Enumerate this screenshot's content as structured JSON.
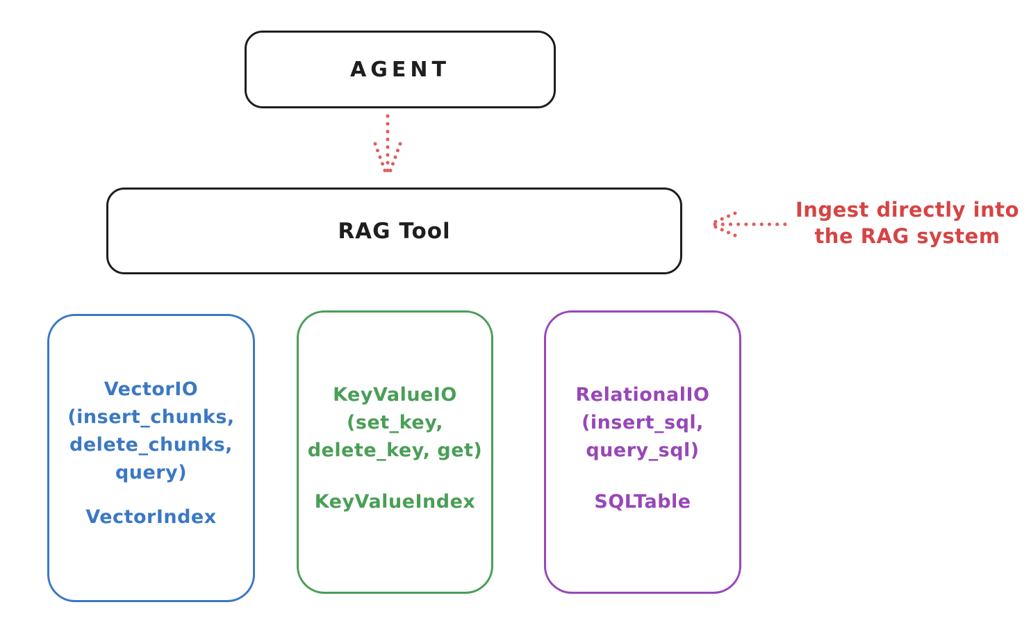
{
  "diagram": {
    "agent": {
      "label": "AGENT"
    },
    "rag_tool": {
      "label": "RAG Tool"
    },
    "annotation": {
      "text": "Ingest directly into\nthe RAG system"
    },
    "backends": [
      {
        "methods": "VectorIO\n(insert_chunks,\ndelete_chunks,\nquery)",
        "index_label": "VectorIndex",
        "color": "#3b78c4"
      },
      {
        "methods": "KeyValueIO\n(set_key,\ndelete_key, get)",
        "index_label": "KeyValueIndex",
        "color": "#4a9e57"
      },
      {
        "methods": "RelationalIO\n(insert_sql,\nquery_sql)",
        "index_label": "SQLTable",
        "color": "#9747b8"
      }
    ],
    "colors": {
      "ink": "#1e1e1e",
      "annotation_red": "#d64444",
      "arrow_red": "#e25d5d",
      "vector_blue": "#3b78c4",
      "key_value_green": "#4a9e57",
      "relational_purple": "#9747b8",
      "background": "#ffffff"
    }
  }
}
